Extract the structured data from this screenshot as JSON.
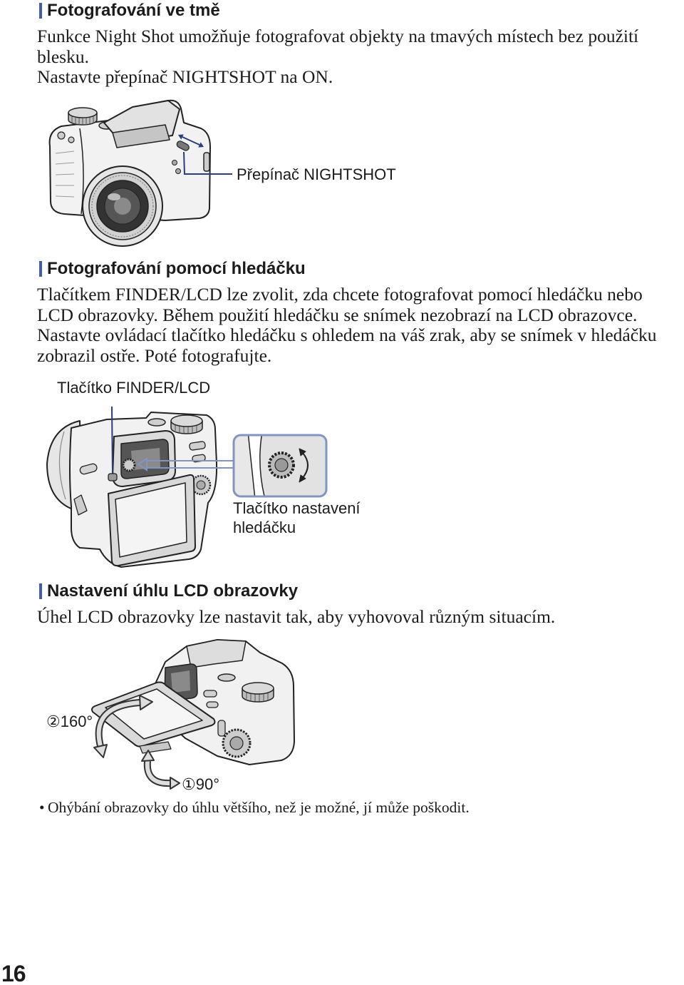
{
  "colors": {
    "heading_bar": "#3e5ca8",
    "callout_line": "#2b3c7a",
    "inset_border": "#8394c0",
    "text": "#1b1b1b"
  },
  "sections": [
    {
      "heading": "Fotografování ve tmě",
      "lines": [
        "Funkce Night Shot umožňuje fotografovat objekty na tmavých místech bez použití",
        "blesku.",
        "Nastavte přepínač NIGHTSHOT na ON."
      ]
    },
    {
      "heading": "Fotografování pomocí hledáčku",
      "lines": [
        "Tlačítkem FINDER/LCD lze zvolit, zda chcete fotografovat pomocí hledáčku nebo",
        "LCD obrazovky. Během použití hledáčku se snímek nezobrazí na LCD obrazovce.",
        "Nastavte ovládací tlačítko hledáčku s ohledem na váš zrak, aby se snímek v hledáčku",
        "zobrazil ostře. Poté fotografujte."
      ]
    },
    {
      "heading": "Nastavení úhlu LCD obrazovky",
      "lines": [
        "Úhel LCD obrazovky lze nastavit tak, aby vyhovoval různým situacím."
      ]
    }
  ],
  "figures": {
    "nightshot": {
      "switch_label": "Přepínač NIGHTSHOT"
    },
    "finder": {
      "button_label": "Tlačítko FINDER/LCD",
      "adjust_label": [
        "Tlačítko nastavení",
        "hledáčku"
      ]
    },
    "lcd_angle": {
      "angle_2": "②160°",
      "angle_1": "①90°"
    }
  },
  "note": {
    "bullet": "•",
    "text": "Ohýbání obrazovky do úhlu většího, než je možné, jí může poškodit."
  },
  "page_number": "16"
}
